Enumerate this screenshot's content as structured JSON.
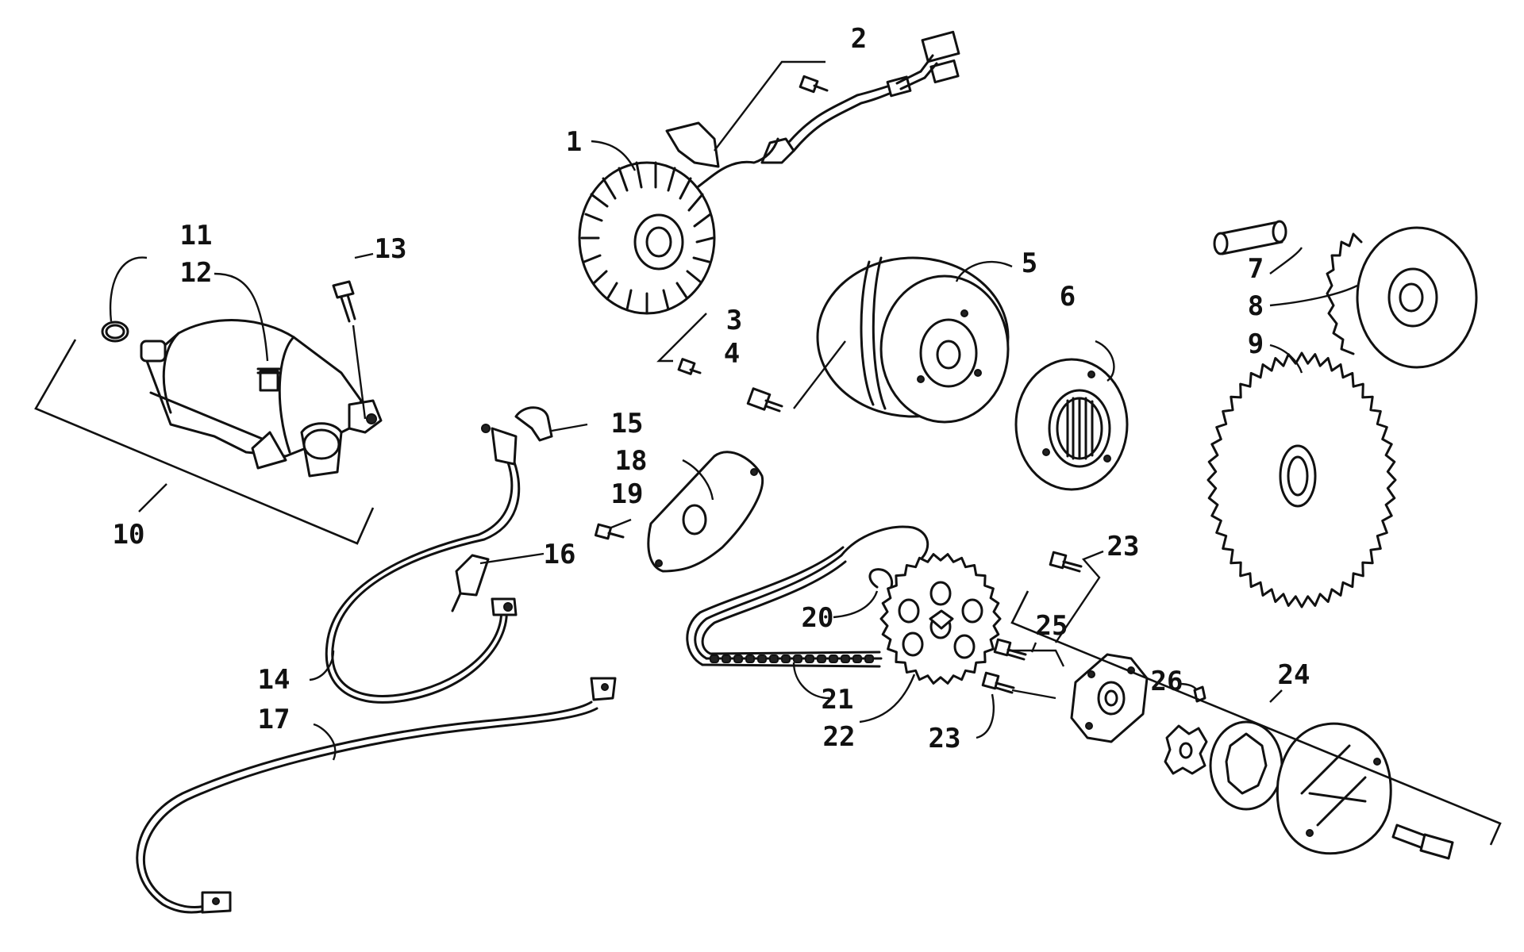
{
  "diagram": {
    "callouts": [
      {
        "id": "c1",
        "label": "1"
      },
      {
        "id": "c2",
        "label": "2"
      },
      {
        "id": "c3",
        "label": "3"
      },
      {
        "id": "c4",
        "label": "4"
      },
      {
        "id": "c5",
        "label": "5"
      },
      {
        "id": "c6",
        "label": "6"
      },
      {
        "id": "c7",
        "label": "7"
      },
      {
        "id": "c8",
        "label": "8"
      },
      {
        "id": "c9",
        "label": "9"
      },
      {
        "id": "c10",
        "label": "10"
      },
      {
        "id": "c11",
        "label": "11"
      },
      {
        "id": "c12",
        "label": "12"
      },
      {
        "id": "c13",
        "label": "13"
      },
      {
        "id": "c14",
        "label": "14"
      },
      {
        "id": "c15",
        "label": "15"
      },
      {
        "id": "c16",
        "label": "16"
      },
      {
        "id": "c17",
        "label": "17"
      },
      {
        "id": "c18",
        "label": "18"
      },
      {
        "id": "c19",
        "label": "19"
      },
      {
        "id": "c20",
        "label": "20"
      },
      {
        "id": "c21",
        "label": "21"
      },
      {
        "id": "c22",
        "label": "22"
      },
      {
        "id": "c23a",
        "label": "23"
      },
      {
        "id": "c23b",
        "label": "23"
      },
      {
        "id": "c24",
        "label": "24"
      },
      {
        "id": "c25",
        "label": "25"
      },
      {
        "id": "c26",
        "label": "26"
      }
    ]
  }
}
